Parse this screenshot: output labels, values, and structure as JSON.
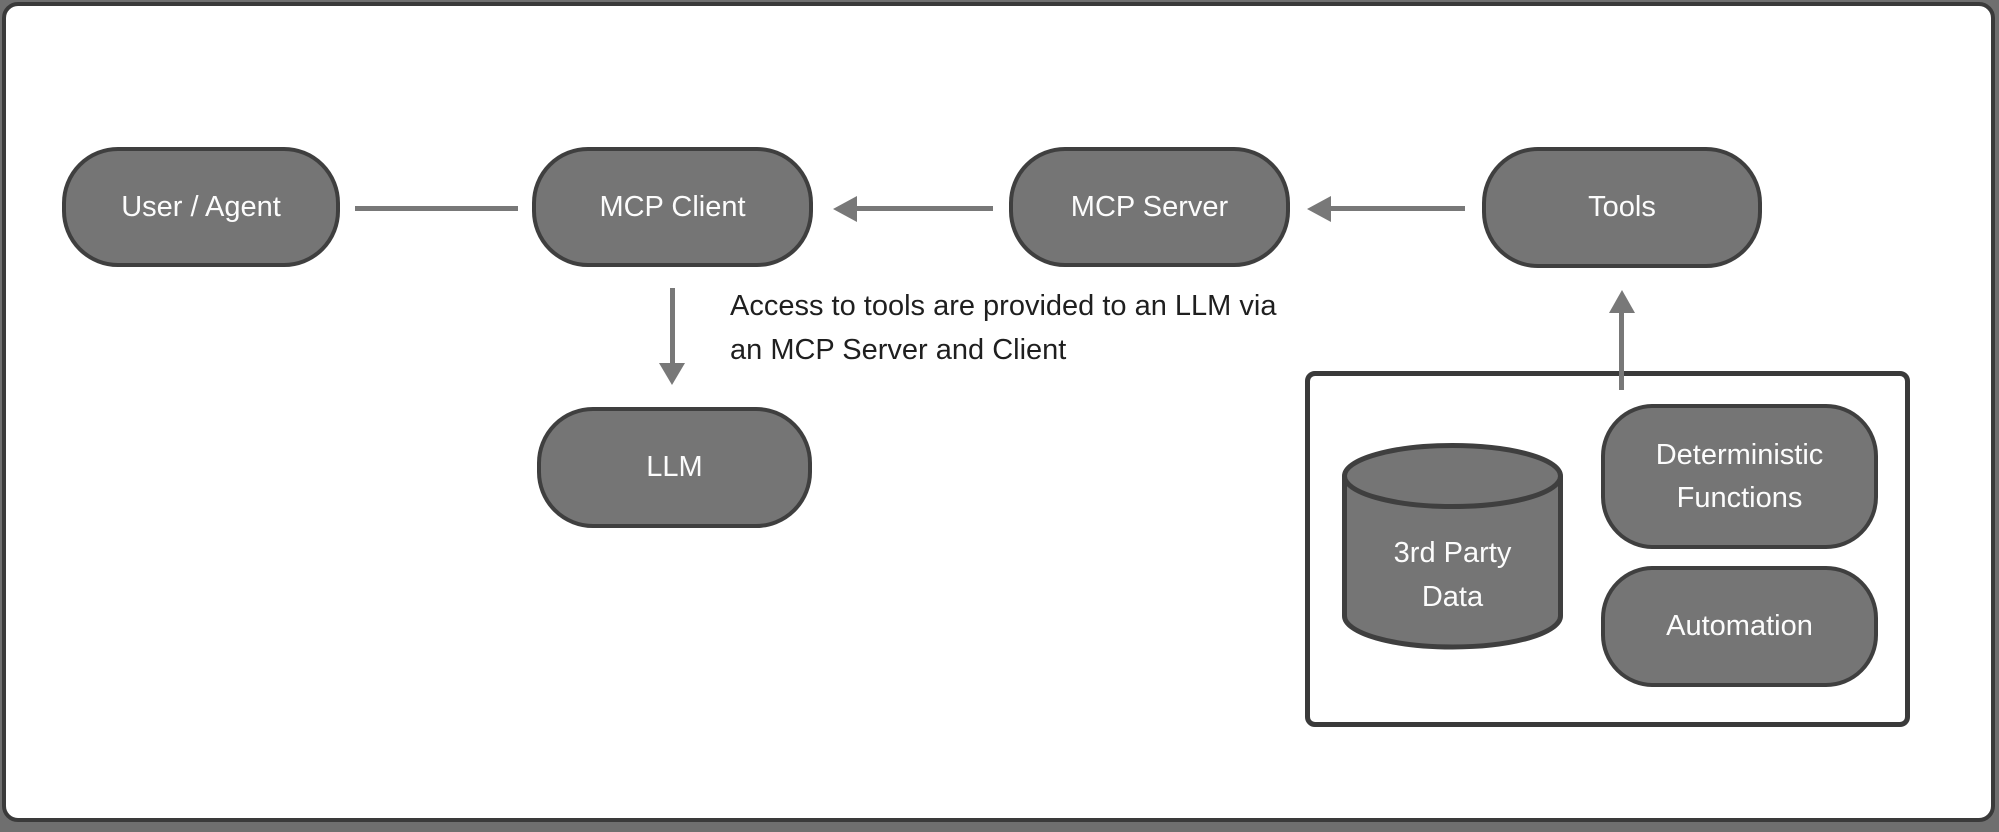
{
  "palette": {
    "page_background": "#6f6f6f",
    "canvas_background": "#ffffff",
    "frame_border": "#3a3a3a",
    "node_fill": "#757575",
    "node_border": "#3f3f3f",
    "connector": "#787878",
    "node_text": "#fcfcfc",
    "annotation_text": "#1f1f1f"
  },
  "nodes": {
    "user_agent": "User / Agent",
    "mcp_client": "MCP Client",
    "mcp_server": "MCP Server",
    "tools": "Tools",
    "llm": "LLM",
    "third_party_data": {
      "line1": "3rd Party",
      "line2": "Data"
    },
    "deterministic_functions": {
      "line1": "Deterministic",
      "line2": "Functions"
    },
    "automation": "Automation"
  },
  "annotation": {
    "line1": "Access to tools are provided to an LLM via",
    "line2": "an MCP Server and Client"
  },
  "connections": [
    {
      "from": "user_agent",
      "to": "mcp_client",
      "style": "plain-line"
    },
    {
      "from": "mcp_server",
      "to": "mcp_client",
      "style": "arrow"
    },
    {
      "from": "tools",
      "to": "mcp_server",
      "style": "arrow"
    },
    {
      "from": "mcp_client",
      "to": "llm",
      "style": "arrow"
    },
    {
      "from": "tool-sources-group",
      "to": "tools",
      "style": "arrow"
    }
  ]
}
